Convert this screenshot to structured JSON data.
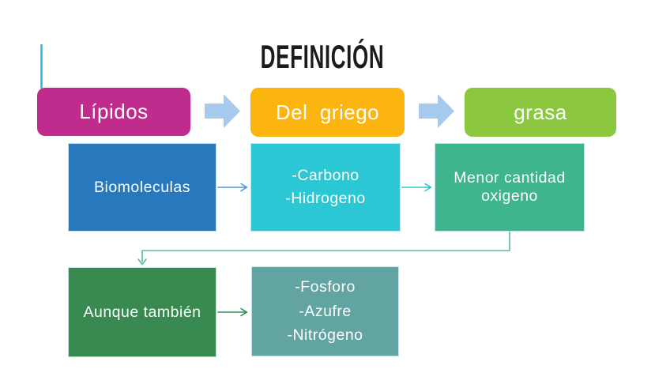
{
  "slide": {
    "title": "DEFINICIÓN"
  },
  "colors": {
    "title-text": "#1b1b1b",
    "box-text": "#ffffff",
    "box-pink": "#C02B8E",
    "box-amber": "#FCB50F",
    "box-green": "#8CC83F",
    "box-blue": "#2878BE",
    "box-turquoise": "#2BC7D5",
    "box-seagreen": "#3FB58D",
    "box-darkgreen": "#398A51",
    "box-mutedteal": "#61A4A1",
    "block-arrow": "#A6CAEE",
    "line-topleft": "#35AEE0",
    "arrow-blue": "#4C96DB",
    "arrow-cyan": "#2FC3D2",
    "arrow-teal": "#56BB9D",
    "arrow-green": "#2E8C55"
  },
  "boxes": {
    "lipidos": "Lípidos",
    "del_griego": "Del  griego",
    "grasa": "grasa",
    "biomoleculas": "Biomoleculas",
    "carbono_hidrogeno": "-Carbono\n-Hidrogeno",
    "menor_cantidad": "Menor cantidad\noxigeno",
    "aunque_tambien": "Aunque también",
    "fosforo_azufre_nitrogeno": "-Fosforo\n-Azufre\n-Nitrógeno"
  }
}
